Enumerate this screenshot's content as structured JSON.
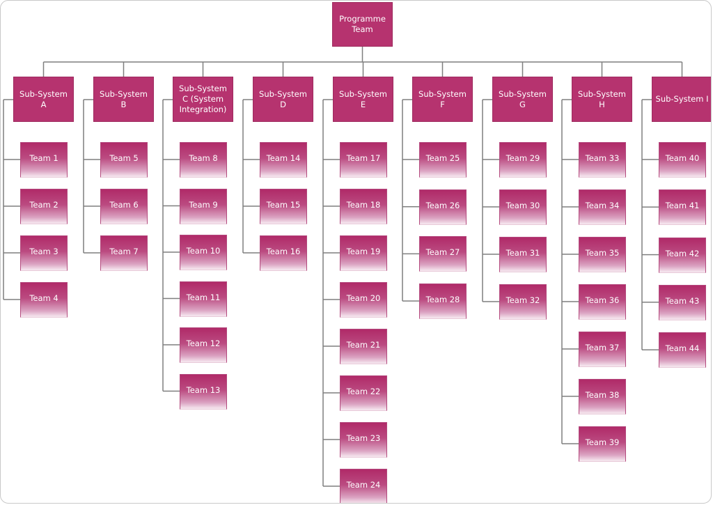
{
  "programme": {
    "label": "Programme Team"
  },
  "subsystems": [
    {
      "label": "Sub-System A",
      "teams": [
        "Team 1",
        "Team 2",
        "Team 3",
        "Team 4"
      ]
    },
    {
      "label": "Sub-System B",
      "teams": [
        "Team 5",
        "Team 6",
        "Team 7"
      ]
    },
    {
      "label": "Sub-System C (System Integration)",
      "teams": [
        "Team 8",
        "Team 9",
        "Team 10",
        "Team 11",
        "Team 12",
        "Team 13"
      ]
    },
    {
      "label": "Sub-System D",
      "teams": [
        "Team 14",
        "Team 15",
        "Team 16"
      ]
    },
    {
      "label": "Sub-System E",
      "teams": [
        "Team 17",
        "Team 18",
        "Team 19",
        "Team 20",
        "Team 21",
        "Team 22",
        "Team 23",
        "Team 24"
      ]
    },
    {
      "label": "Sub-System F",
      "teams": [
        "Team 25",
        "Team 26",
        "Team 27",
        "Team 28"
      ]
    },
    {
      "label": "Sub-System G",
      "teams": [
        "Team 29",
        "Team 30",
        "Team 31",
        "Team 32"
      ]
    },
    {
      "label": "Sub-System H",
      "teams": [
        "Team 33",
        "Team 34",
        "Team 35",
        "Team 36",
        "Team 37",
        "Team 38",
        "Team 39"
      ]
    },
    {
      "label": "Sub-System I",
      "teams": [
        "Team 40",
        "Team 41",
        "Team 42",
        "Team 43",
        "Team 44"
      ]
    }
  ],
  "colors": {
    "node_fill": "#b6336f",
    "connector": "#7f7f7f"
  }
}
